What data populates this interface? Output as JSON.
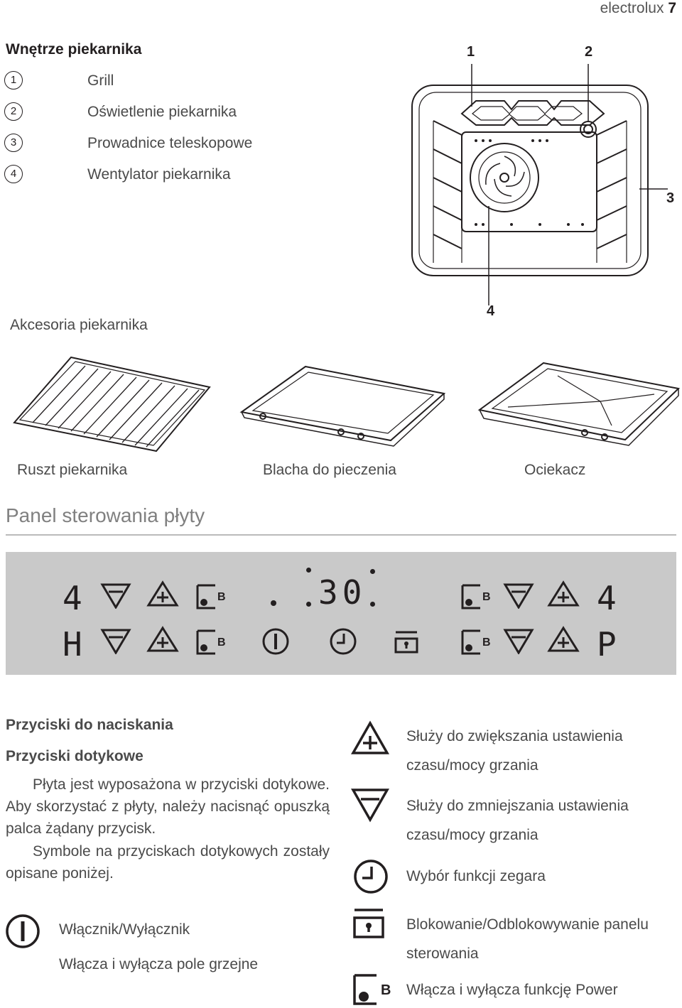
{
  "header": {
    "brand": "electrolux",
    "page": "7"
  },
  "interior": {
    "title": "Wnętrze piekarnika",
    "items": [
      {
        "num": "1",
        "label": "Grill"
      },
      {
        "num": "2",
        "label": "Oświetlenie piekarnika"
      },
      {
        "num": "3",
        "label": "Prowadnice teleskopowe"
      },
      {
        "num": "4",
        "label": "Wentylator piekarnika"
      }
    ],
    "callouts": {
      "c1": "1",
      "c2": "2",
      "c3": "3",
      "c4": "4"
    }
  },
  "accessories": {
    "title": "Akcesoria piekarnika",
    "items": [
      "Ruszt piekarnika",
      "Blacha do pieczenia",
      "Ociekacz"
    ]
  },
  "panel": {
    "title": "Panel sterowania płyty",
    "display_left_top": "4",
    "display_left_bottom": "H",
    "display_time": "30",
    "display_right_top": "4",
    "display_right_bottom": "P",
    "power_letter": "B"
  },
  "buttons": {
    "title": "Przyciski do naciskania",
    "subtitle": "Przyciski dotykowe",
    "para1": "Płyta jest wyposażona w przyciski dotykowe. Aby skorzystać z płyty, należy nacisnąć opuszką palca żądany przycisk.",
    "para2": "Symbole na przyciskach dotykowych zostały opisane poniżej.",
    "onoff_title": "Włącznik/Wyłącznik",
    "onoff_desc": "Włącza i wyłącza pole grzejne",
    "plus_desc": "Służy do zwiększania ustawienia czasu/mocy grzania",
    "minus_desc": "Służy do zmniejszania ustawienia czasu/mocy grzania",
    "clock_desc": "Wybór funkcji zegara",
    "lock_desc": "Blokowanie/Odblokowywanie panelu sterowania",
    "power_desc": "Włącza i wyłącza funkcję Power"
  }
}
